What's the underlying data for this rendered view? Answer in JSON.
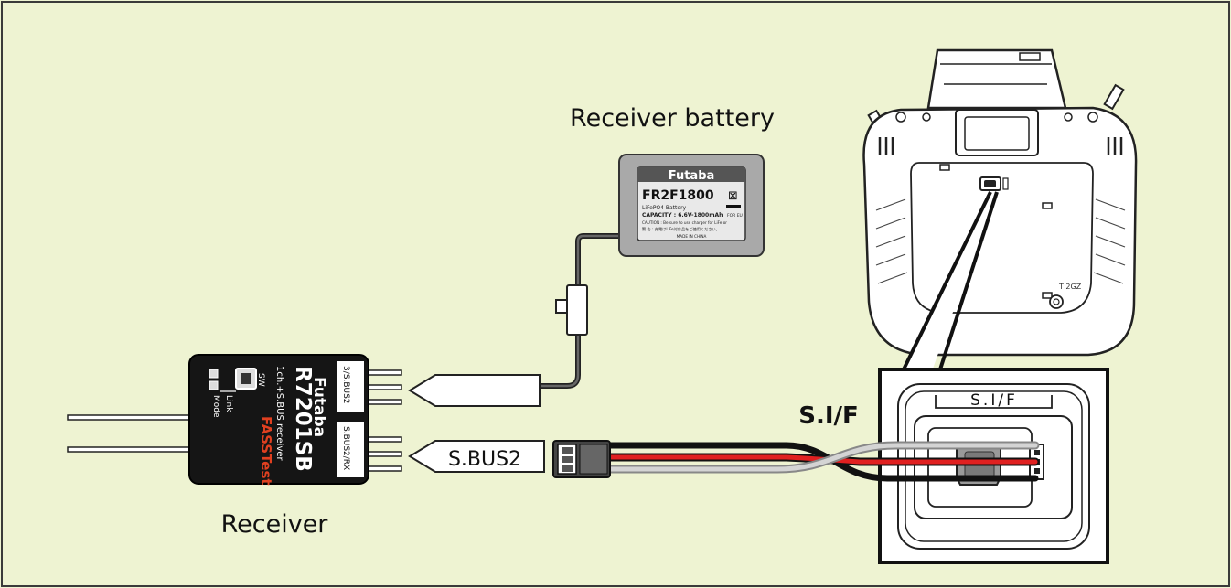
{
  "labels": {
    "receiver_battery": "Receiver battery",
    "receiver": "Receiver",
    "sif_port": "S.I/F",
    "sif_panel": "S.I/F",
    "sbus2_connector": "S.BUS2"
  },
  "battery": {
    "brand": "Futaba",
    "model": "FR2F1800",
    "line1": "LiFePO4 Battery",
    "line2": "CAPACITY : 6.6V-1800mAh",
    "caution1": "CAUTION : Be sure to use charger for LiFe or",
    "caution2": "警 告 : 充電はLiFe対応品をご使用ください。",
    "origin": "MADE IN CHINA",
    "tag": "FOR EU"
  },
  "receiver_unit": {
    "brand": "Futaba",
    "model": "R7201SB",
    "desc": "1ch.+S.BUS receiver",
    "port_top": "3/S.BUS2",
    "port_bottom": "S.BUS2/RX",
    "sw": "SW",
    "link": "Link",
    "mode": "Mode",
    "logo": "FASSTest"
  },
  "transmitter": {
    "model_fragment": "T 2GZ"
  },
  "colors": {
    "background": "#eef3d2",
    "wire_red": "#e02020",
    "wire_gray": "#c8c8c8",
    "wire_black": "#111111",
    "battery_body": "#a9a9a9",
    "receiver_body": "#151515"
  }
}
